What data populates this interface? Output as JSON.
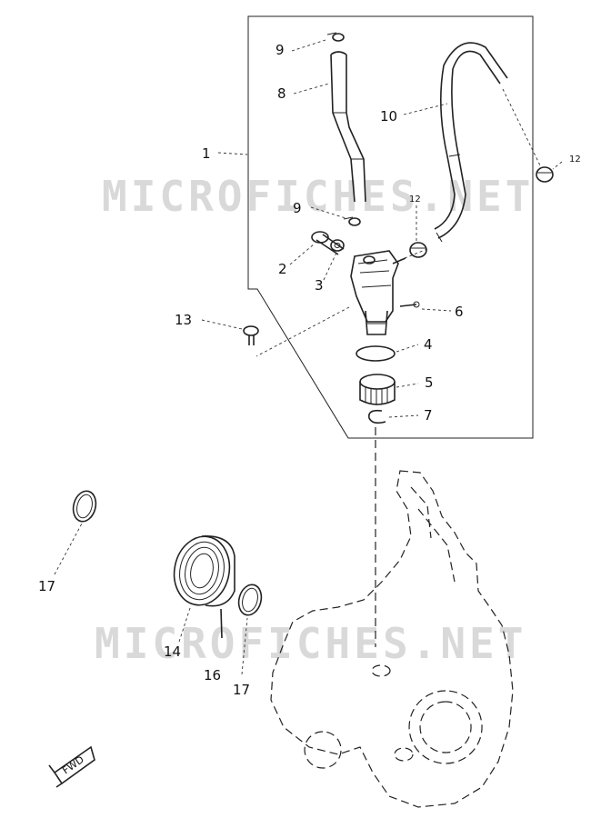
{
  "watermark": "MICROFICHES.NET",
  "callouts": [
    {
      "id": "c1",
      "text": "1"
    },
    {
      "id": "c2",
      "text": "2"
    },
    {
      "id": "c3",
      "text": "3"
    },
    {
      "id": "c4",
      "text": "4"
    },
    {
      "id": "c5",
      "text": "5"
    },
    {
      "id": "c6",
      "text": "6"
    },
    {
      "id": "c7",
      "text": "7"
    },
    {
      "id": "c8",
      "text": "8"
    },
    {
      "id": "c9a",
      "text": "9"
    },
    {
      "id": "c9b",
      "text": "9"
    },
    {
      "id": "c10",
      "text": "10"
    },
    {
      "id": "c12a",
      "text": "12"
    },
    {
      "id": "c12b",
      "text": "12"
    },
    {
      "id": "c13",
      "text": "13"
    },
    {
      "id": "c14",
      "text": "14"
    },
    {
      "id": "c16",
      "text": "16"
    },
    {
      "id": "c17a",
      "text": "17"
    },
    {
      "id": "c17b",
      "text": "17"
    }
  ],
  "fwd_label": "FWD"
}
